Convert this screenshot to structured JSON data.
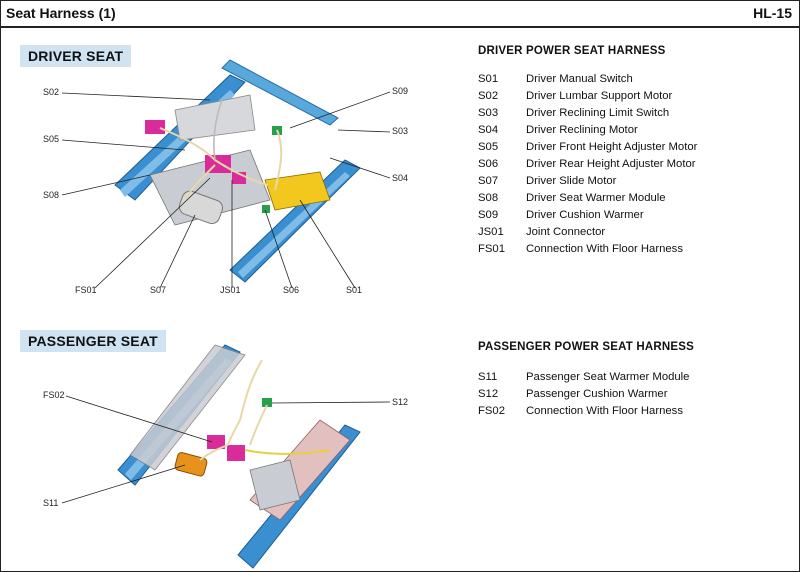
{
  "header": {
    "title": "Seat Harness (1)",
    "page": "HL-15"
  },
  "driver": {
    "section_label": "DRIVER SEAT",
    "harness_title": "DRIVER POWER SEAT HARNESS",
    "legend": [
      {
        "code": "S01",
        "desc": "Driver Manual Switch"
      },
      {
        "code": "S02",
        "desc": "Driver Lumbar Support Motor"
      },
      {
        "code": "S03",
        "desc": "Driver Reclining Limit Switch"
      },
      {
        "code": "S04",
        "desc": "Driver Reclining Motor"
      },
      {
        "code": "S05",
        "desc": "Driver Front Height Adjuster Motor"
      },
      {
        "code": "S06",
        "desc": "Driver Rear Height Adjuster Motor"
      },
      {
        "code": "S07",
        "desc": "Driver Slide Motor"
      },
      {
        "code": "S08",
        "desc": "Driver Seat Warmer Module"
      },
      {
        "code": "S09",
        "desc": "Driver Cushion Warmer"
      },
      {
        "code": "JS01",
        "desc": "Joint Connector"
      },
      {
        "code": "FS01",
        "desc": "Connection With Floor Harness"
      }
    ],
    "callouts": {
      "s02": "S02",
      "s05": "S05",
      "s08": "S08",
      "s09": "S09",
      "s03": "S03",
      "s04": "S04",
      "fs01": "FS01",
      "s07": "S07",
      "js01": "JS01",
      "s06": "S06",
      "s01": "S01"
    }
  },
  "passenger": {
    "section_label": "PASSENGER SEAT",
    "harness_title": "PASSENGER POWER SEAT HARNESS",
    "legend": [
      {
        "code": "S11",
        "desc": "Passenger Seat Warmer Module"
      },
      {
        "code": "S12",
        "desc": "Passenger Cushion Warmer"
      },
      {
        "code": "FS02",
        "desc": "Connection With Floor Harness"
      }
    ],
    "callouts": {
      "fs02": "FS02",
      "s12": "S12",
      "s11": "S11"
    }
  },
  "colors": {
    "rail": "#3a8fd0",
    "connector": "#d92c9a",
    "module": "#f2c81e",
    "label_bg": "#cfe3f3"
  }
}
